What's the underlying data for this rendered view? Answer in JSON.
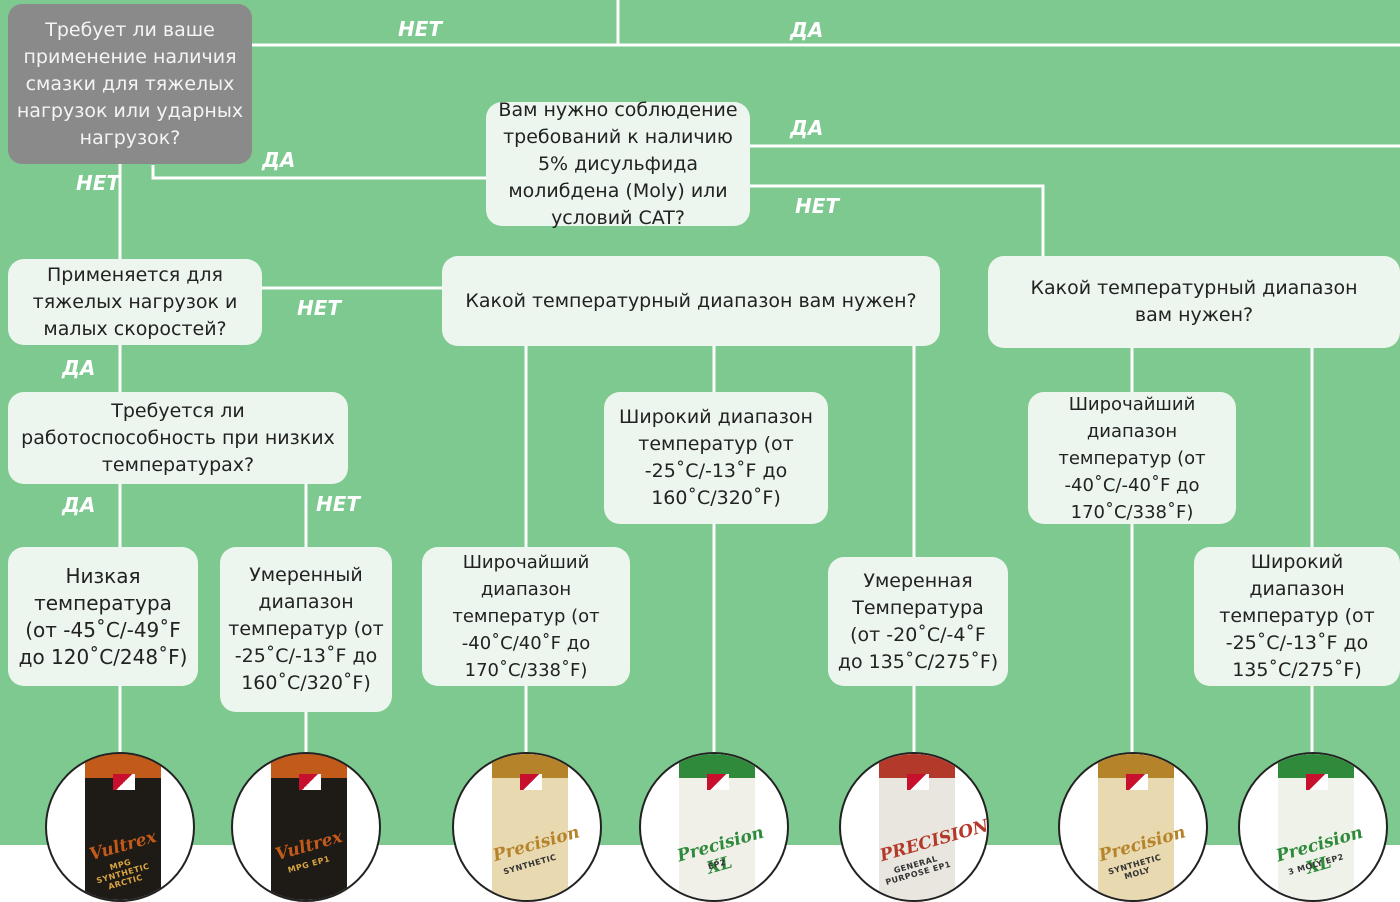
{
  "colors": {
    "background": "#7dc98f",
    "box": "#edf6ee",
    "question_gray": "#8a8a8a",
    "line": "#ffffff"
  },
  "labels": {
    "yes": "ДА",
    "no": "НЕТ"
  },
  "questions": {
    "heavy_load": "Требует ли ваше применение наличия смазки для тяжелых нагрузок или ударных нагрузок?",
    "moly": "Вам нужно соблюдение требований к наличию 5% дисульфида молибдена (Moly) или условий CAT?",
    "low_speed": "Применяется для тяжелых нагрузок и малых скоростей?",
    "low_temp": "Требуется ли работоспособность при низких температурах?",
    "temp_range_mid": "Какой температурный диапазон вам нужен?",
    "temp_range_right": "Какой температурный диапазон вам нужен?"
  },
  "ranges": {
    "low": "Низкая температура (от -45˚C/-49˚F до 120˚C/248˚F)",
    "moderate_range": "Умеренный диапазон температур (от -25˚C/-13˚F до 160˚C/320˚F)",
    "widest_mid": "Широчайший диапазон температур (от -40˚C/40˚F до 170˚C/338˚F)",
    "wide_mid": "Широкий диапазон температур (от -25˚C/-13˚F до 160˚C/320˚F)",
    "moderate_temp": "Умеренная Температура (от -20˚C/-4˚F до 135˚C/275˚F)",
    "widest_right": "Широчайший диапазон температур (от -40˚C/-40˚F до 170˚C/338˚F)",
    "wide_right": "Широкий диапазон температур (от -25˚C/-13˚F до 135˚C/275˚F)"
  },
  "products": [
    {
      "brand": "Vultrex",
      "sub": "MPG SYNTHETIC ARCTIC",
      "tube": "#1e1a16",
      "accent": "#c25a1a"
    },
    {
      "brand": "Vultrex",
      "sub": "MPG EP1",
      "tube": "#1e1a16",
      "accent": "#c25a1a"
    },
    {
      "brand": "Precision",
      "sub": "SYNTHETIC",
      "tube": "#e8d9b0",
      "accent": "#b5832a"
    },
    {
      "brand": "Precision XL",
      "sub": "EP2",
      "tube": "#f0f0e8",
      "accent": "#2f8a3c"
    },
    {
      "brand": "PRECISION",
      "sub": "GENERAL PURPOSE EP1",
      "tube": "#e9e6df",
      "accent": "#b33a2a"
    },
    {
      "brand": "Precision",
      "sub": "SYNTHETIC MOLY",
      "tube": "#e8d9b0",
      "accent": "#b5832a"
    },
    {
      "brand": "Precision XL",
      "sub": "3 MOLY EP2",
      "tube": "#eef2e8",
      "accent": "#2f8a3c"
    }
  ]
}
